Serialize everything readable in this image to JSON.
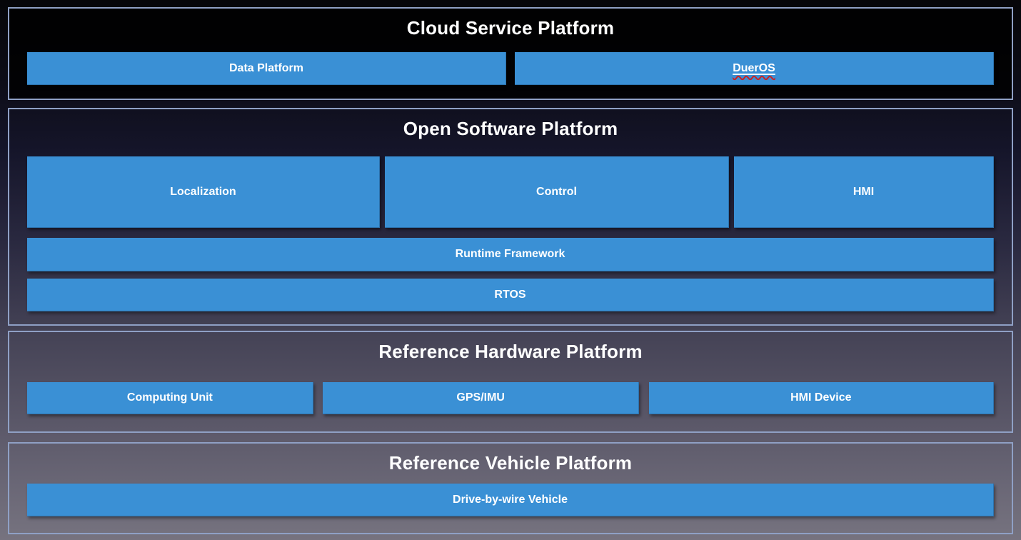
{
  "colors": {
    "box_blue": "#3a90d5",
    "section_border": "#8fa0c5",
    "title_text": "#ffffff",
    "box_text": "#ffffff",
    "spellcheck_underline": "#cc2222"
  },
  "sections": [
    {
      "title": "Cloud Service Platform",
      "boxes": [
        {
          "label": "Data Platform"
        },
        {
          "label": "DuerOS",
          "spellcheck": true
        }
      ]
    },
    {
      "title": "Open Software Platform",
      "boxes": [
        {
          "label": "Localization"
        },
        {
          "label": "Control"
        },
        {
          "label": "HMI"
        }
      ],
      "bars": [
        {
          "label": "Runtime Framework"
        },
        {
          "label": "RTOS"
        }
      ]
    },
    {
      "title": "Reference Hardware Platform",
      "boxes": [
        {
          "label": "Computing Unit"
        },
        {
          "label": "GPS/IMU"
        },
        {
          "label": "HMI Device"
        }
      ]
    },
    {
      "title": "Reference Vehicle Platform",
      "boxes": [
        {
          "label": "Drive-by-wire Vehicle"
        }
      ]
    }
  ]
}
